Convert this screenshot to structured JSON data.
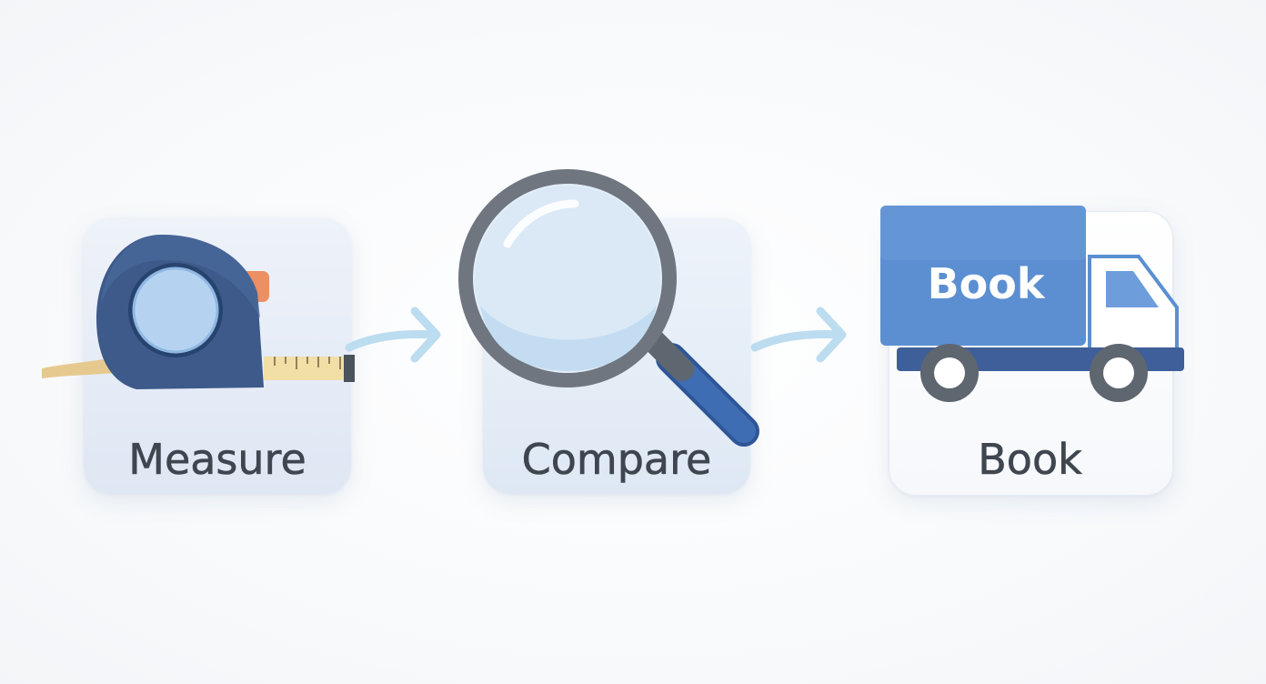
{
  "steps": [
    {
      "label": "Measure",
      "icon": "tape-measure-icon"
    },
    {
      "label": "Compare",
      "icon": "magnifying-glass-icon"
    },
    {
      "label": "Book",
      "icon": "moving-truck-icon",
      "truck_text": "Book"
    }
  ],
  "arrows": [
    "arrow-right-icon",
    "arrow-right-icon"
  ],
  "colors": {
    "navy": "#3d5a8a",
    "blue": "#5b8fd1",
    "light_blue": "#cfe2f6",
    "gray": "#6f7680",
    "tape_yellow": "#f1dfa6",
    "text": "#3f4650",
    "arrow": "#bcdcf0"
  }
}
